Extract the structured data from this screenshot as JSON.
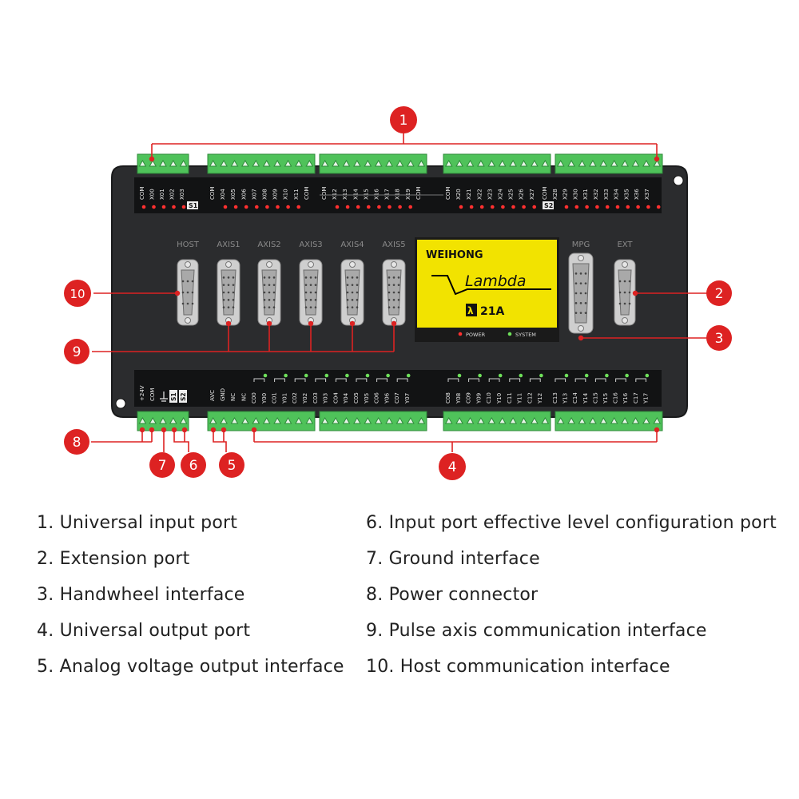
{
  "colors": {
    "callout": "#dd2222",
    "panel": "#2b2c2e",
    "panel_edge": "#1a1b1c",
    "terminal": "#4fc25a",
    "screw": "#2e8b3a",
    "led_red": "#ff3030",
    "led_green": "#6ee05a",
    "lcd": "#f2e300",
    "connector": "#c8c8c8"
  },
  "top_labels": {
    "group1": [
      "COM",
      "X00",
      "X01",
      "X02",
      "X03"
    ],
    "group2": [
      "COM",
      "X04",
      "X05",
      "X06",
      "X07",
      "X08",
      "X09",
      "X10",
      "X11",
      "COM"
    ],
    "group3": [
      "COM",
      "X12",
      "X13",
      "X14",
      "X15",
      "X16",
      "X17",
      "X18",
      "X19",
      "COM"
    ],
    "group4": [
      "COM",
      "X20",
      "X21",
      "X22",
      "X23",
      "X24",
      "X25",
      "X26",
      "X27"
    ],
    "group5": [
      "COM",
      "X28",
      "X29",
      "X30",
      "X31",
      "X32",
      "X33",
      "X34",
      "X35",
      "X36",
      "X37"
    ],
    "switch_left": "S1",
    "switch_right": "S2"
  },
  "ports": {
    "host": "HOST",
    "axis1": "AXIS1",
    "axis2": "AXIS2",
    "axis3": "AXIS3",
    "axis4": "AXIS4",
    "axis5": "AXIS5",
    "mpg": "MPG",
    "ext": "EXT"
  },
  "lcd": {
    "brand": "WEIHONG",
    "product": "Lambda",
    "model": "21A",
    "model_symbol": "λ",
    "power": "POWER",
    "system": "SYSTEM"
  },
  "bottom_labels": {
    "power_group": [
      "+24V",
      "COM"
    ],
    "switch_group": [
      "S1",
      "S2"
    ],
    "analog_group": [
      "AVC",
      "GND",
      "NC",
      "NC"
    ],
    "out1": [
      "C00",
      "Y00",
      "C01",
      "Y01",
      "C02",
      "Y02",
      "C03",
      "Y03",
      "C04",
      "Y04",
      "C05",
      "Y05",
      "C06",
      "Y06",
      "C07",
      "Y07"
    ],
    "out2": [
      "C08",
      "Y08",
      "C09",
      "Y09",
      "C10",
      "Y10",
      "C11",
      "Y11",
      "C12",
      "Y12"
    ],
    "out3": [
      "C13",
      "Y13",
      "C14",
      "Y14",
      "C15",
      "Y15",
      "C16",
      "Y16",
      "C17",
      "Y17"
    ]
  },
  "callouts": [
    "1",
    "2",
    "3",
    "4",
    "5",
    "6",
    "7",
    "8",
    "9",
    "10"
  ],
  "legend": {
    "item1": "1. Universal input port",
    "item2": "2. Extension port",
    "item3": "3. Handwheel interface",
    "item4": "4. Universal output port",
    "item5": "5. Analog voltage output interface",
    "item6": "6. Input port effective level configuration port",
    "item7": "7. Ground interface",
    "item8": "8. Power connector",
    "item9": "9. Pulse axis communication interface",
    "item10": "10. Host communication interface"
  }
}
